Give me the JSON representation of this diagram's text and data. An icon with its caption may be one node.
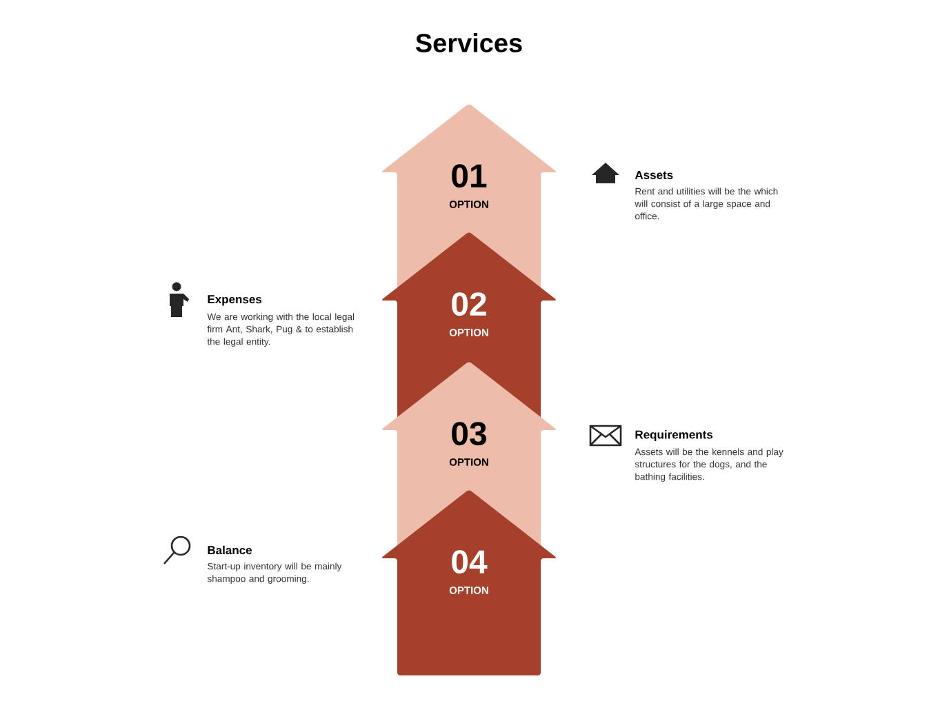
{
  "diagram": {
    "title": "Services",
    "nodes": [
      {
        "text": [
          "01",
          "OPTION"
        ]
      },
      {
        "text": [
          "02",
          "OPTION"
        ]
      },
      {
        "text": [
          "03",
          "OPTION"
        ]
      },
      {
        "text": [
          "04",
          "OPTION"
        ]
      }
    ],
    "labels": [
      "Assets",
      "Rent and utilities will be the which will consist of a large space and office.",
      "Expenses",
      "We are working with the local legal firm Ant, Shark, Pug & to establish the legal entity.",
      "Requirements",
      "Assets will be the kennels and play structures for the dogs, and the bathing facilities.",
      "Balance",
      "Start-up inventory will be mainly shampoo and grooming."
    ]
  }
}
